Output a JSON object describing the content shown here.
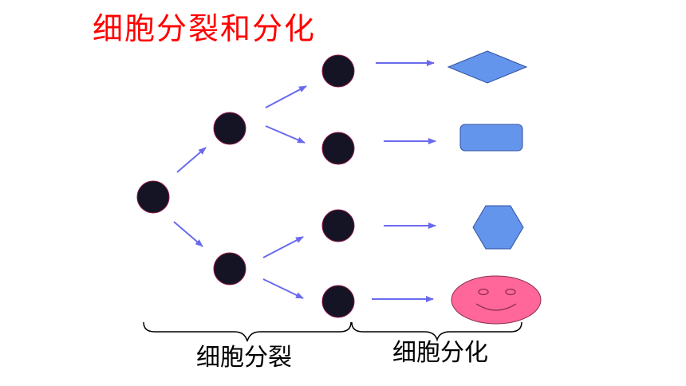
{
  "title": "细胞分裂和分化",
  "labels": {
    "division": "细胞分裂",
    "differentiation": "细胞分化"
  },
  "colors": {
    "title": "#ff0000",
    "cell_fill": "#141424",
    "cell_stroke": "#8a1a4a",
    "arrow": "#6a6af0",
    "shape_blue": "#6495ed",
    "shape_pink": "#ff6699",
    "shape_stroke": "#3050a0"
  },
  "nodes": [
    {
      "id": "root",
      "level": 0
    },
    {
      "id": "gen1-top",
      "level": 1
    },
    {
      "id": "gen1-bottom",
      "level": 1
    },
    {
      "id": "gen2-1",
      "level": 2
    },
    {
      "id": "gen2-2",
      "level": 2
    },
    {
      "id": "gen2-3",
      "level": 2
    },
    {
      "id": "gen2-4",
      "level": 2
    }
  ],
  "differentiated_shapes": [
    {
      "id": "diamond",
      "from": "gen2-1",
      "icon": "diamond-icon"
    },
    {
      "id": "rounded-rectangle",
      "from": "gen2-2",
      "icon": "rounded-rectangle-icon"
    },
    {
      "id": "hexagon",
      "from": "gen2-3",
      "icon": "hexagon-icon"
    },
    {
      "id": "smiley",
      "from": "gen2-4",
      "icon": "smiley-face-icon"
    }
  ]
}
